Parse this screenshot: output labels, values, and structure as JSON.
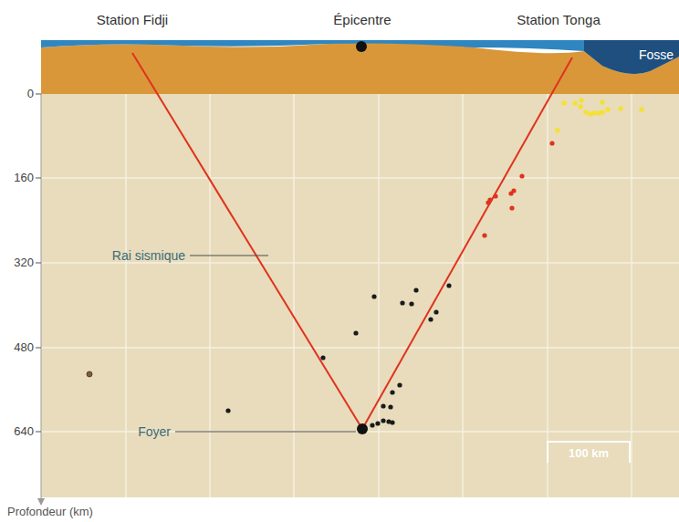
{
  "diagram": {
    "labels": [
      "Station Fidji",
      "Épicentre",
      "Station Tonga",
      "Fosse",
      "0",
      "160",
      "320",
      "480",
      "640",
      "Rai sismique",
      "Foyer",
      "100 km",
      "Profondeur (km)"
    ]
  }
}
